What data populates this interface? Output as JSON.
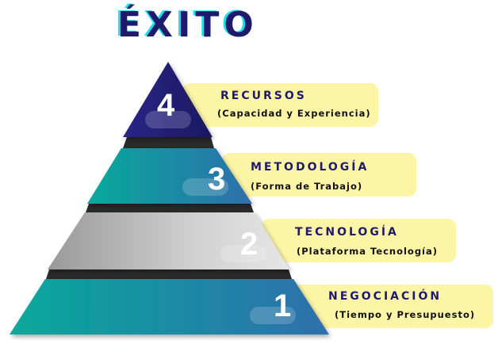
{
  "title": "ÉXITO",
  "levels": [
    {
      "number": "4",
      "heading": "RECURSOS",
      "subtitle": "(Capacidad y Experiencia)"
    },
    {
      "number": "3",
      "heading": "METODOLOGÍA",
      "subtitle": "(Forma de Trabajo)"
    },
    {
      "number": "2",
      "heading": "TECNOLOGÍA",
      "subtitle": "(Plataforma Tecnología)"
    },
    {
      "number": "1",
      "heading": "NEGOCIACIÓN",
      "subtitle": "(Tiempo y Presupuesto)"
    }
  ],
  "colors": {
    "navy": "#1f1a6b",
    "teal": "#0aa89c",
    "blue": "#2d6fa8",
    "yellow": "#fdf5a6",
    "gray": "#b5b5b5"
  }
}
